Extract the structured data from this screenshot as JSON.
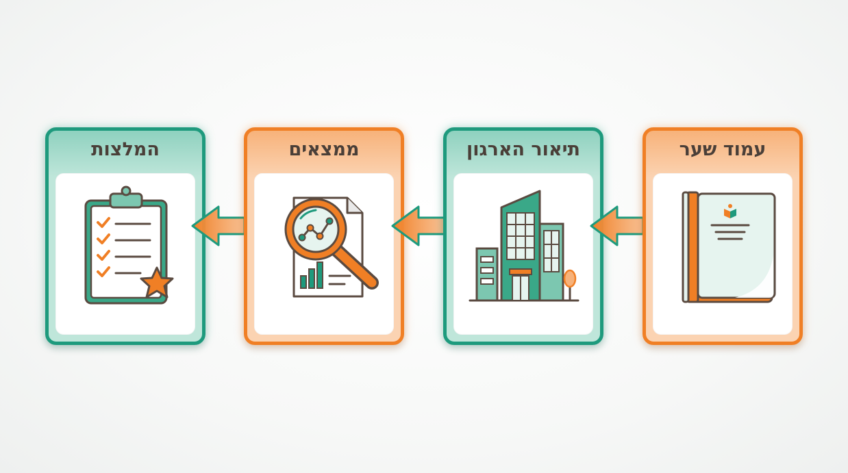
{
  "steps": [
    {
      "title": "עמוד שער",
      "icon": "book-cover-icon",
      "color": "#f07f25"
    },
    {
      "title": "תיאור הארגון",
      "icon": "office-building-icon",
      "color": "#1e9a7d"
    },
    {
      "title": "ממצאים",
      "icon": "magnifier-chart-icon",
      "color": "#f07f25"
    },
    {
      "title": "המלצות",
      "icon": "clipboard-checklist-icon",
      "color": "#1e9a7d"
    }
  ],
  "colors": {
    "teal": "#1e9a7d",
    "orange": "#f07f25",
    "outline": "#5a4a40"
  }
}
